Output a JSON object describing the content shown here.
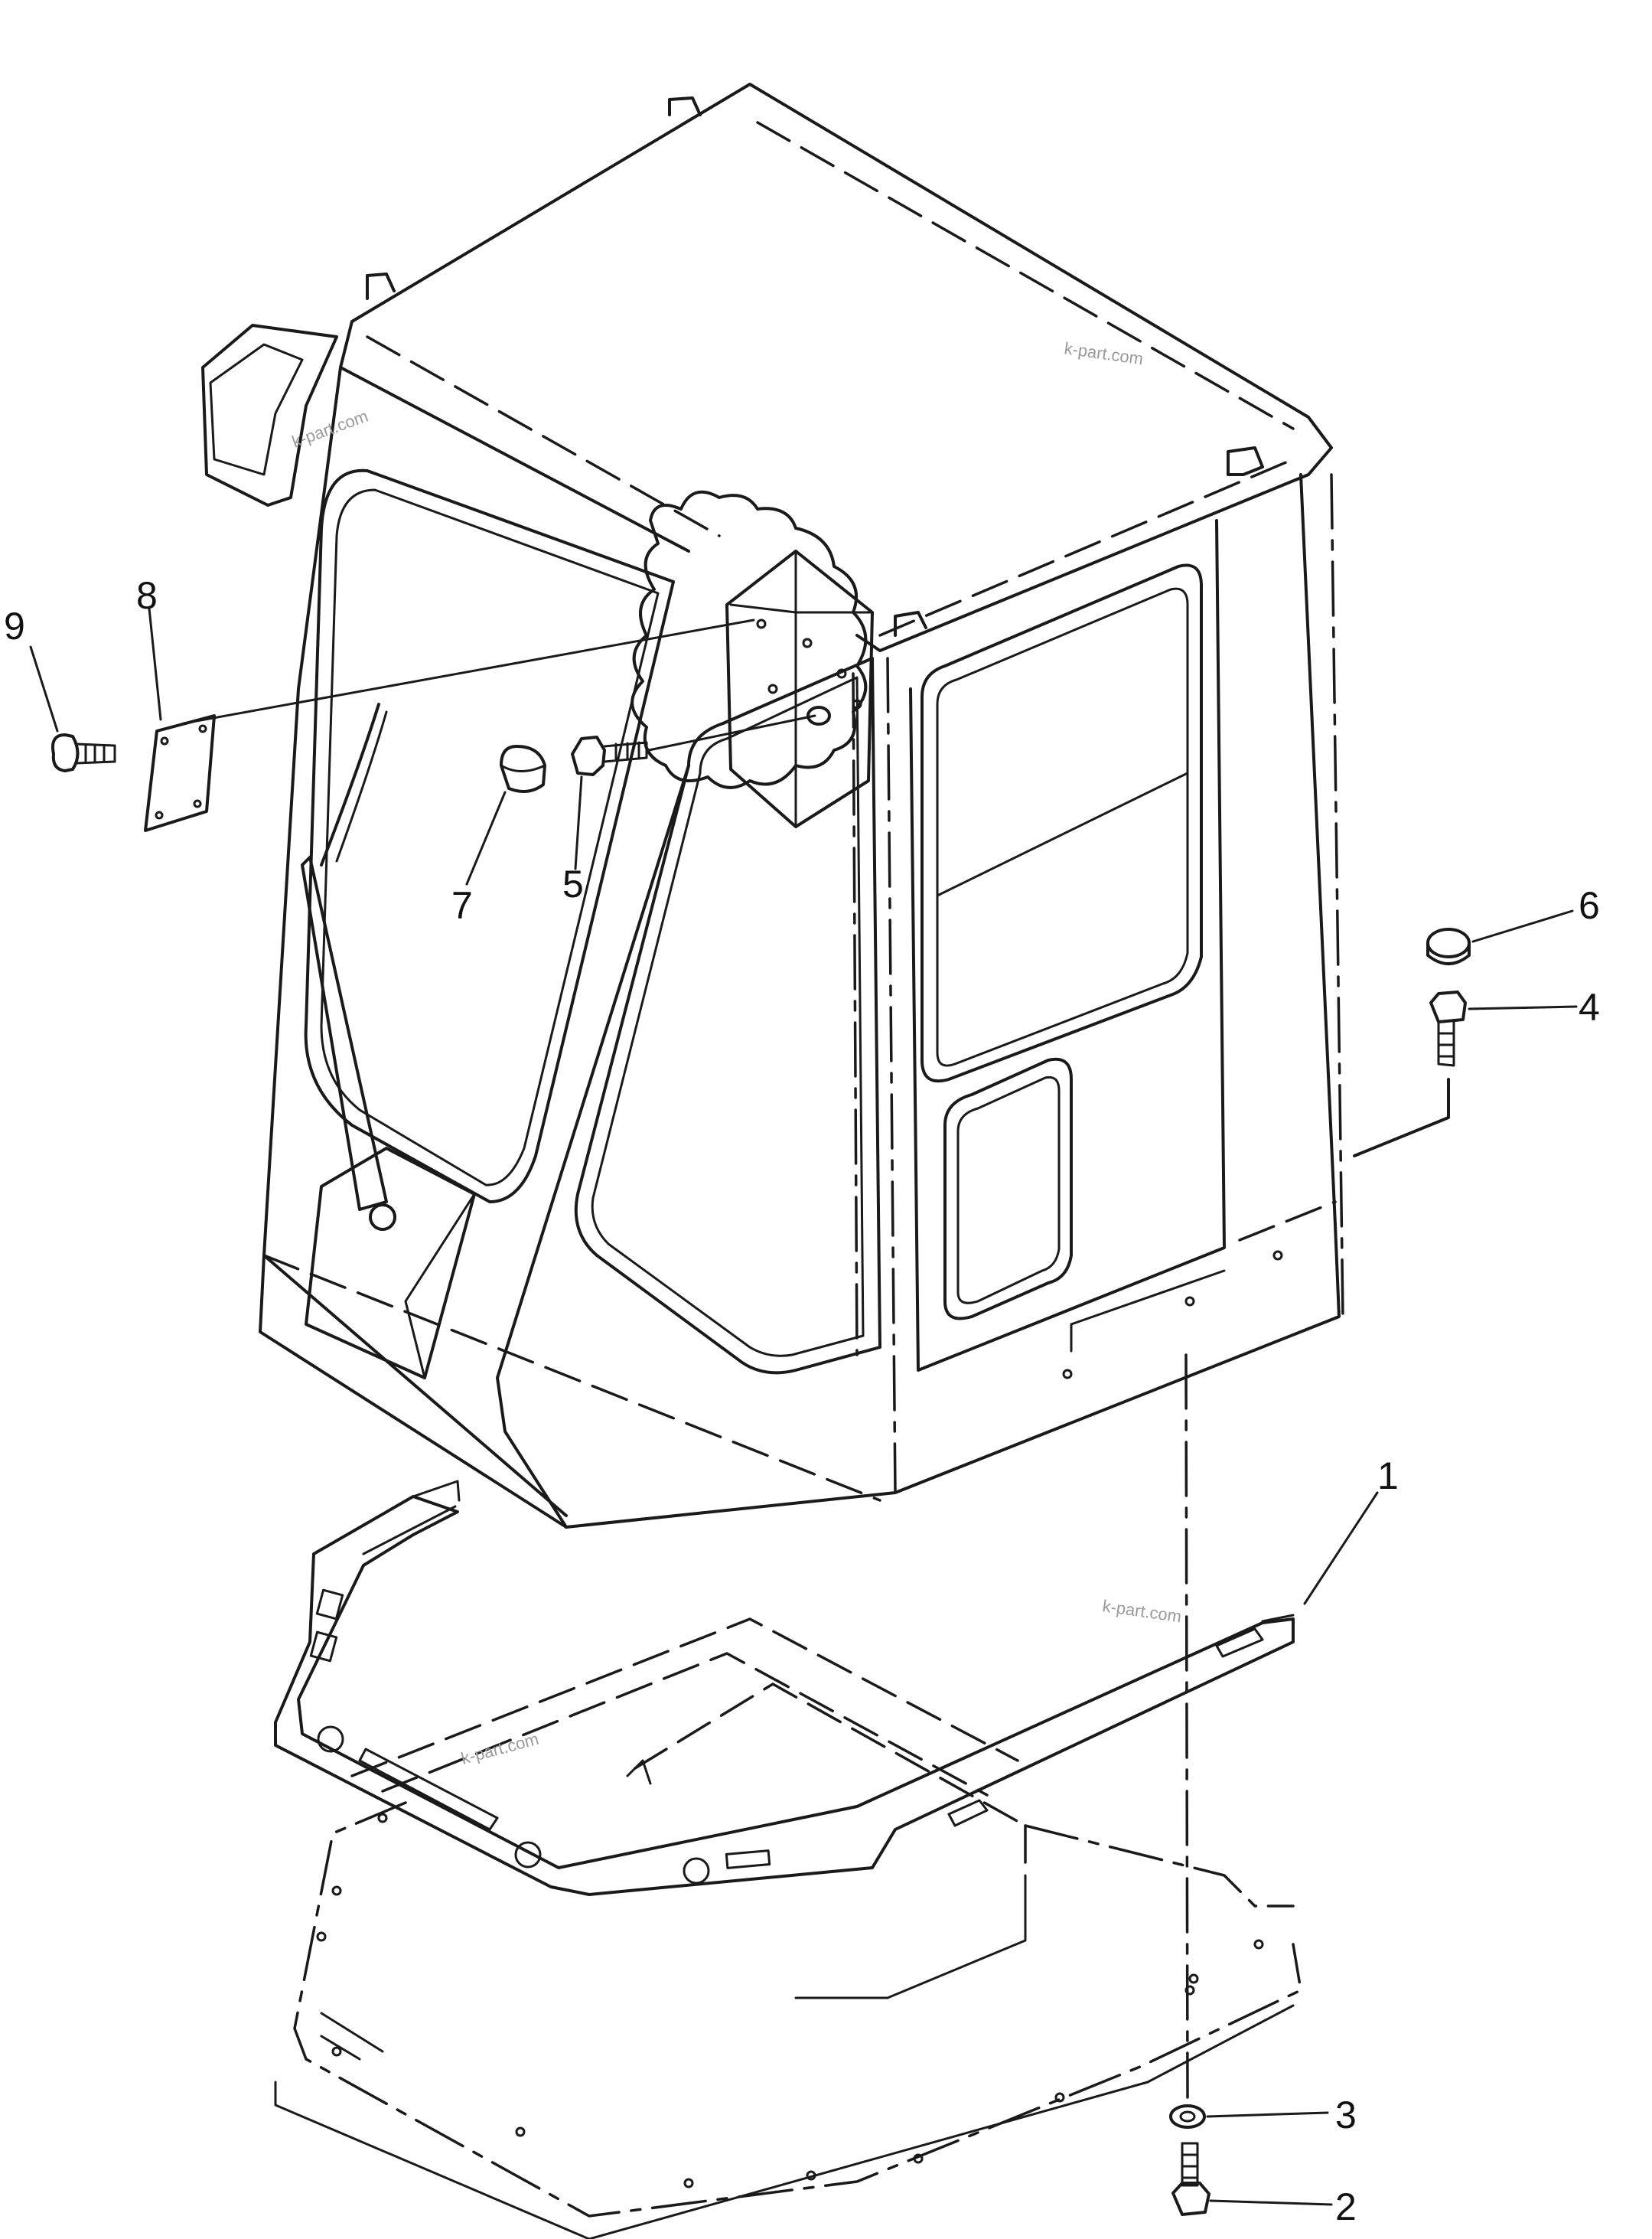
{
  "callouts": [
    {
      "id": "1",
      "label": "1"
    },
    {
      "id": "2",
      "label": "2"
    },
    {
      "id": "3",
      "label": "3"
    },
    {
      "id": "4",
      "label": "4"
    },
    {
      "id": "5",
      "label": "5"
    },
    {
      "id": "6",
      "label": "6"
    },
    {
      "id": "7",
      "label": "7"
    },
    {
      "id": "8",
      "label": "8"
    },
    {
      "id": "9",
      "label": "9"
    }
  ],
  "watermark": "k-part.com"
}
